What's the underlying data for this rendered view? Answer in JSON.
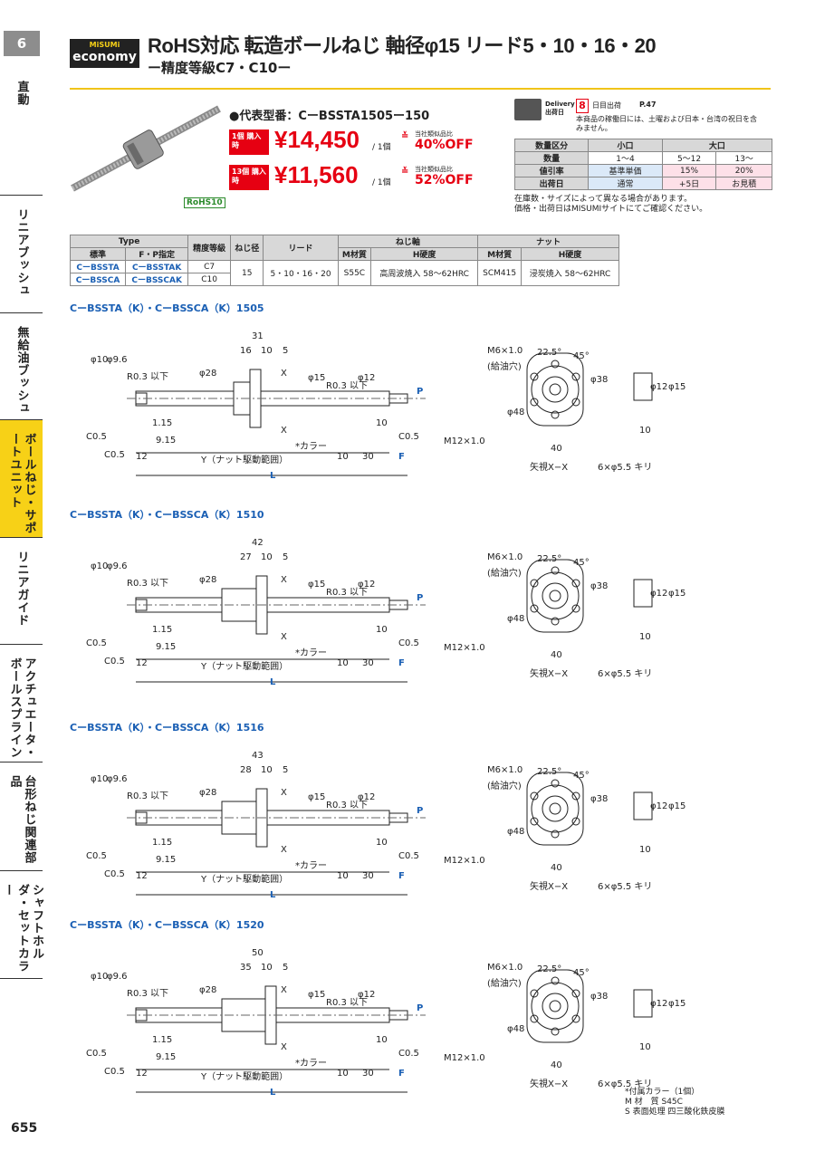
{
  "sidebar": {
    "chapter": "6",
    "items": [
      "直動",
      "リニアブッシュ",
      "無給油ブッシュ",
      "ボールねじ・サポートユニット",
      "リニアガイド",
      "アクチュエータ・ボールスプライン",
      "台形ねじ関連部品",
      "シャフトホルダ・セットカラー"
    ],
    "page": "655"
  },
  "logo": {
    "top": "MiSUMi",
    "bottom": "economy"
  },
  "title": "RoHS対応 転造ボールねじ 軸径φ15 リード5・10・16・20",
  "subtitle": "ー精度等級C7・C10ー",
  "rep": "●代表型番：CーBSSTA1505ー150",
  "prices": [
    {
      "qty": "1個 購入時",
      "value": "¥14,450",
      "unit": "/ 1個",
      "cmp": "当社類似品比",
      "off": "40%OFF"
    },
    {
      "qty": "13個 購入時",
      "value": "¥11,560",
      "unit": "/ 1個",
      "cmp": "当社類似品比",
      "off": "52%OFF"
    }
  ],
  "rohs": "RoHS10",
  "delivery": {
    "label": "Delivery 出荷日",
    "days": "8",
    "unit": "日目出荷",
    "ref": "P.47",
    "note": "本商品の稼働日には、土曜および日本・台湾の祝日を含みません。"
  },
  "qtable": {
    "h1": [
      "数量区分",
      "小口",
      "大口"
    ],
    "rows": [
      [
        "数量",
        "1〜4",
        "5〜12",
        "13〜"
      ],
      [
        "値引率",
        "基準単価",
        "15%",
        "20%"
      ],
      [
        "出荷日",
        "通常",
        "+5日",
        "お見積"
      ]
    ]
  },
  "notes2": [
    "在庫数・サイズによって異なる場合があります。",
    "価格・出荷日はMISUMIサイトにてご確認ください。"
  ],
  "spec": {
    "h": [
      "Type",
      "精度等級",
      "ねじ径",
      "リード",
      "ねじ軸",
      "ナット"
    ],
    "sub": [
      "標準",
      "F・P指定",
      "M材質",
      "H硬度",
      "M材質",
      "H硬度"
    ],
    "rows": [
      [
        "CーBSSTA",
        "CーBSSTAK",
        "C7"
      ],
      [
        "CーBSSCA",
        "CーBSSCAK",
        "C10"
      ]
    ],
    "d": "15",
    "lead": "5・10・16・20",
    "shaftmat": "S55C",
    "shafthard": "高周波焼入 58〜62HRC",
    "nutmat": "SCM415",
    "nuthard": "浸炭焼入 58〜62HRC"
  },
  "drawings": [
    {
      "label": "CーBSSTA（K）・CーBSSCA（K）1505",
      "w": "31",
      "a": "16",
      "b": "10"
    },
    {
      "label": "CーBSSTA（K）・CーBSSCA（K）1510",
      "w": "42",
      "a": "27",
      "b": "10"
    },
    {
      "label": "CーBSSTA（K）・CーBSSCA（K）1516",
      "w": "43",
      "a": "28",
      "b": "10"
    },
    {
      "label": "CーBSSTA（K）・CーBSSCA（K）1520",
      "w": "50",
      "a": "35",
      "b": "10"
    }
  ],
  "dim": {
    "phi10": "φ10",
    "phi96": "φ9.6",
    "r03": "R0.3 以下",
    "phi28": "φ28",
    "phi15": "φ15",
    "phi12": "φ12",
    "p": "P",
    "c05": "C0.5",
    "d115": "1.15",
    "d915": "9.15",
    "y": "Y（ナット駆動範囲）",
    "l": "L",
    "f": "F",
    "n12": "12",
    "n10": "10",
    "n30": "30",
    "m12": "M12×1.0",
    "collar": "*カラー",
    "x": "X",
    "m6": "M6×1.0",
    "oil": "(給油穴)",
    "ang1": "22.5°",
    "ang2": "45°",
    "phi38": "φ38",
    "phi48": "φ48",
    "n40": "40",
    "view": "矢視X−X",
    "holes": "6×φ5.5 キリ",
    "n5": "5"
  },
  "footer": [
    "*付属カラー（1個）",
    "M 材　質 S45C",
    "S 表面処理 四三酸化鉄皮膜"
  ]
}
